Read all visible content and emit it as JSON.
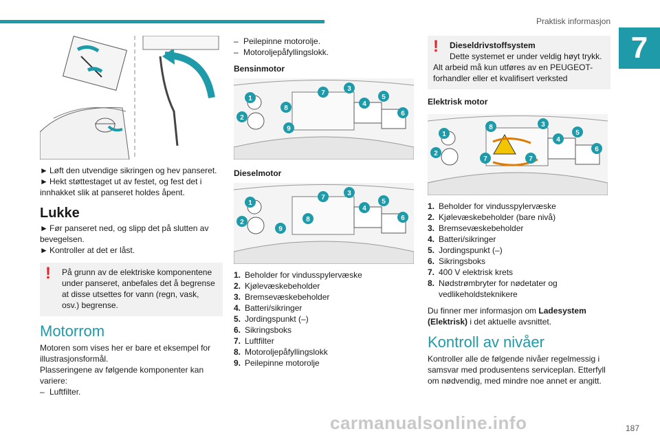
{
  "header": {
    "title": "Praktisk informasjon",
    "chapter": "7",
    "page": "187"
  },
  "watermark": "carmanualsonline.info",
  "col1": {
    "bullets_top": [
      "Løft den utvendige sikringen og hev panseret.",
      "Hekt støttestaget ut av festet, og fest det i innhakket slik at panseret holdes åpent."
    ],
    "lukke_heading": "Lukke",
    "bullets_lukke": [
      "Før panseret ned, og slipp det på slutten av bevegelsen.",
      "Kontroller at det er låst."
    ],
    "warning": "På grunn av de elektriske komponentene under panseret, anbefales det å begrense at disse utsettes for vann (regn, vask, osv.) begrense.",
    "motorrom_heading": "Motorrom",
    "intro1": "Motoren som vises her er bare et eksempel for illustrasjonsformål.",
    "intro2": "Plasseringene av følgende komponenter kan variere:",
    "dash1": "Luftfilter."
  },
  "col2": {
    "dash2": "Peilepinne motorolje.",
    "dash3": "Motoroljepåfyllingslokk.",
    "bensin_heading": "Bensinmotor",
    "diesel_heading": "Dieselmotor",
    "list": [
      {
        "n": "1.",
        "t": "Beholder for vindusspylervæske"
      },
      {
        "n": "2.",
        "t": "Kjølevæskebeholder"
      },
      {
        "n": "3.",
        "t": "Bremsevæskebeholder"
      },
      {
        "n": "4.",
        "t": "Batteri/sikringer"
      },
      {
        "n": "5.",
        "t": "Jordingspunkt (–)"
      },
      {
        "n": "6.",
        "t": "Sikringsboks"
      },
      {
        "n": "7.",
        "t": "Luftfilter"
      },
      {
        "n": "8.",
        "t": "Motoroljepåfyllingslokk"
      },
      {
        "n": "9.",
        "t": "Peilepinne motorolje"
      }
    ]
  },
  "col3": {
    "warn_title": "Dieseldrivstoffsystem",
    "warn_line1": "Dette systemet er under veldig høyt trykk.",
    "warn_line2": "Alt arbeid må kun utføres av en PEUGEOT-forhandler eller et kvalifisert verksted",
    "elektrisk_heading": "Elektrisk motor",
    "list": [
      {
        "n": "1.",
        "t": "Beholder for vindusspylervæske"
      },
      {
        "n": "2.",
        "t": "Kjølevæskebeholder (bare nivå)"
      },
      {
        "n": "3.",
        "t": "Bremsevæskebeholder"
      },
      {
        "n": "4.",
        "t": "Batteri/sikringer"
      },
      {
        "n": "5.",
        "t": "Jordingspunkt (–)"
      },
      {
        "n": "6.",
        "t": "Sikringsboks"
      },
      {
        "n": "7.",
        "t": "400 V elektrisk krets"
      },
      {
        "n": "8.",
        "t": "Nødstrømbryter for nødetater og vedlikeholdsteknikere"
      }
    ],
    "more_pre": "Du finner mer informasjon om ",
    "more_bold": "Ladesystem (Elektrisk)",
    "more_post": " i det aktuelle avsnittet.",
    "kontroll_heading": "Kontroll av nivåer",
    "kontroll_text": "Kontroller alle de følgende nivåer regelmessig i samsvar med produsentens serviceplan. Etterfyll om nødvendig, med mindre noe annet er angitt."
  },
  "fig_bensin": {
    "labels": [
      "1",
      "2",
      "3",
      "4",
      "5",
      "6",
      "7",
      "8",
      "9"
    ]
  },
  "fig_diesel": {
    "labels": [
      "1",
      "2",
      "3",
      "4",
      "5",
      "6",
      "7",
      "8",
      "9"
    ]
  },
  "fig_el": {
    "labels": [
      "1",
      "2",
      "3",
      "4",
      "5",
      "6",
      "7",
      "7",
      "8"
    ]
  },
  "colors": {
    "accent": "#1f9aa8",
    "warning": "#e3262a"
  }
}
